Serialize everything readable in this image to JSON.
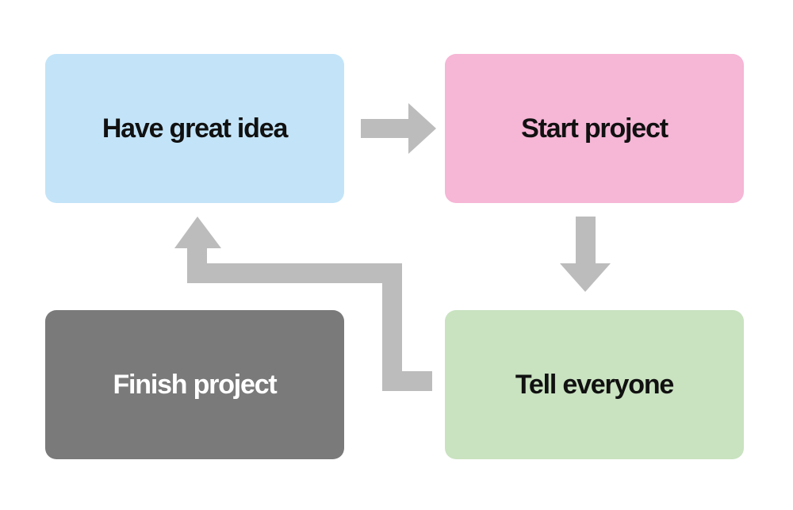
{
  "colors": {
    "arrow": "#bcbcbc",
    "idea_bg": "#c3e4f8",
    "start_bg": "#f6b6d6",
    "finish_bg": "#7a7a7a",
    "tell_bg": "#c9e2c0",
    "dark_text": "#111111",
    "light_text": "#ffffff"
  },
  "nodes": {
    "idea": {
      "label": "Have great idea"
    },
    "start": {
      "label": "Start project"
    },
    "finish": {
      "label": "Finish project"
    },
    "tell": {
      "label": "Tell everyone"
    }
  },
  "edges": [
    {
      "from": "idea",
      "to": "start"
    },
    {
      "from": "start",
      "to": "tell"
    },
    {
      "from": "tell",
      "to": "idea"
    }
  ]
}
